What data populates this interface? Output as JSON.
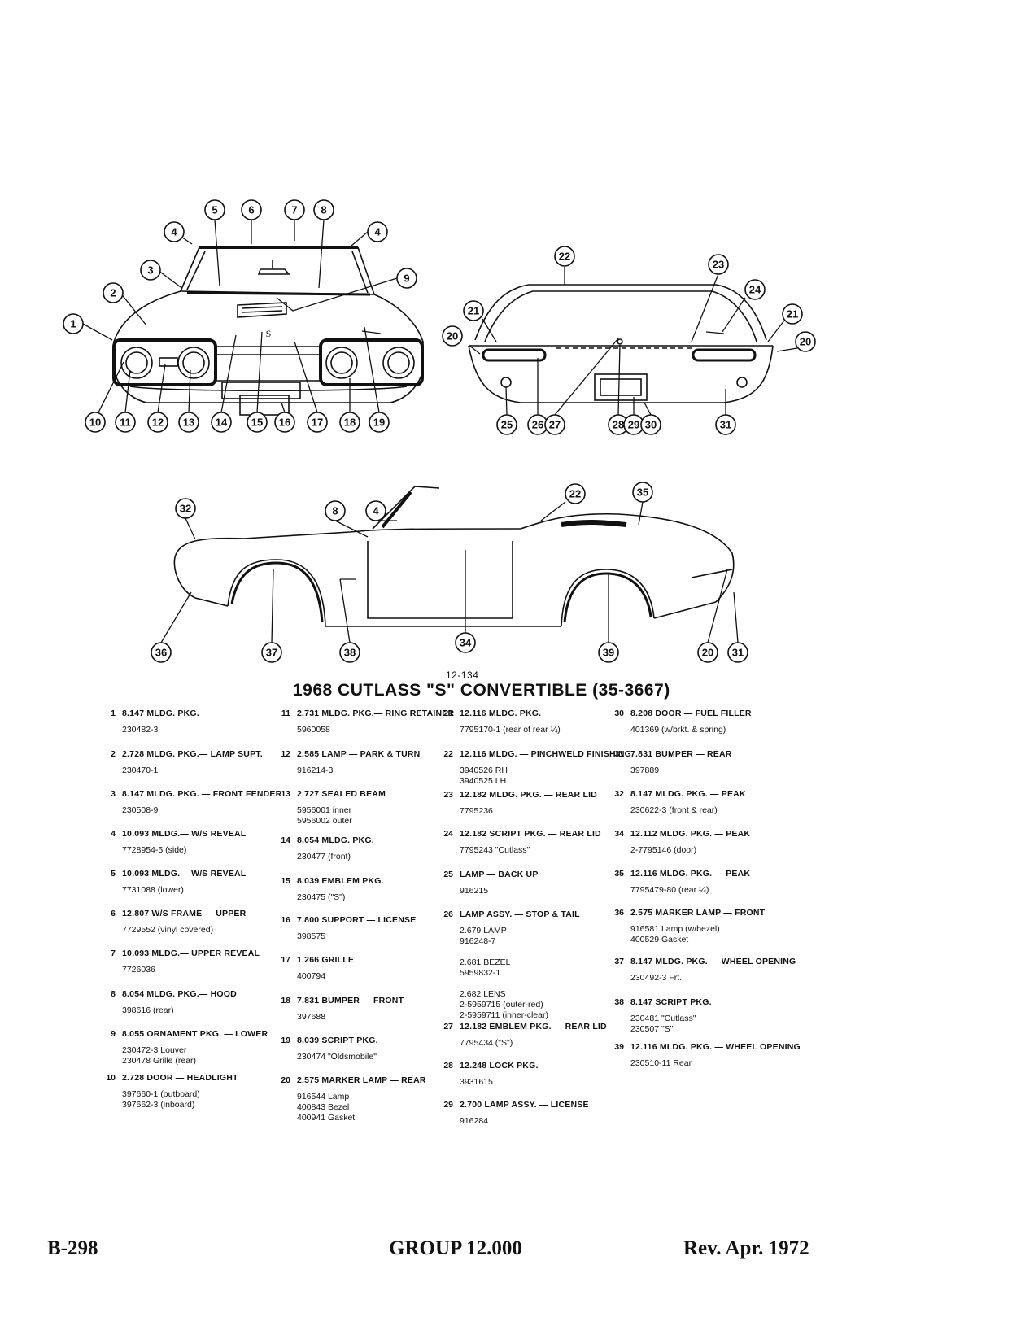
{
  "figure": {
    "number": "12-134",
    "title": "1968 CUTLASS \"S\" CONVERTIBLE (35-3667)"
  },
  "callouts": {
    "front": [
      "1",
      "2",
      "3",
      "4",
      "4",
      "5",
      "6",
      "7",
      "8",
      "9",
      "10",
      "11",
      "12",
      "13",
      "14",
      "15",
      "16",
      "17",
      "18",
      "19"
    ],
    "rear": [
      "20",
      "20",
      "21",
      "21",
      "22",
      "23",
      "24",
      "25",
      "26",
      "27",
      "28",
      "29",
      "30",
      "31"
    ],
    "side": [
      "32",
      "8",
      "4",
      "22",
      "35",
      "36",
      "37",
      "38",
      "34",
      "39",
      "20",
      "31"
    ]
  },
  "parts": {
    "col1": [
      {
        "num": "1",
        "line": "8.147  MLDG. PKG.",
        "sub": "230482-3"
      },
      {
        "num": "2",
        "line": "2.728  MLDG. PKG.— LAMP SUPT.",
        "sub": "230470-1"
      },
      {
        "num": "3",
        "line": "8.147  MLDG. PKG. — FRONT FENDER",
        "sub": "230508-9"
      },
      {
        "num": "4",
        "line": "10.093  MLDG.— W/S REVEAL",
        "sub": "7728954-5  (side)"
      },
      {
        "num": "5",
        "line": "10.093  MLDG.— W/S REVEAL",
        "sub": "7731088  (lower)"
      },
      {
        "num": "6",
        "line": "12.807  W/S FRAME — UPPER",
        "sub": "7729552  (vinyl covered)"
      },
      {
        "num": "7",
        "line": "10.093  MLDG.— UPPER REVEAL",
        "sub": "7726036"
      },
      {
        "num": "8",
        "line": "8.054  MLDG. PKG.— HOOD",
        "sub": "398616  (rear)"
      },
      {
        "num": "9",
        "line": "8.055  ORNAMENT PKG. — LOWER",
        "sub": "230472-3  Louver\n230478    Grille (rear)"
      },
      {
        "num": "10",
        "line": "2.728  DOOR — HEADLIGHT",
        "sub": "397660-1  (outboard)\n397662-3  (inboard)"
      }
    ],
    "col2": [
      {
        "num": "11",
        "line": "2.731  MLDG. PKG.— RING RETAINER",
        "sub": "5960058"
      },
      {
        "num": "12",
        "line": "2.585  LAMP — PARK & TURN",
        "sub": "916214-3"
      },
      {
        "num": "13",
        "line": "2.727  SEALED BEAM",
        "sub": "5956001  inner\n5956002  outer"
      },
      {
        "num": "14",
        "line": "8.054  MLDG. PKG.",
        "sub": "230477  (front)"
      },
      {
        "num": "15",
        "line": "8.039  EMBLEM PKG.",
        "sub": "230475  (\"S\")"
      },
      {
        "num": "16",
        "line": "7.800  SUPPORT — LICENSE",
        "sub": "398575"
      },
      {
        "num": "17",
        "line": "1.266  GRILLE",
        "sub": "400794"
      },
      {
        "num": "18",
        "line": "7.831  BUMPER — FRONT",
        "sub": "397688"
      },
      {
        "num": "19",
        "line": "8.039  SCRIPT PKG.",
        "sub": "230474  \"Oldsmobile\""
      },
      {
        "num": "20",
        "line": "2.575  MARKER LAMP — REAR",
        "sub": "916544  Lamp\n400843  Bezel\n400941  Gasket"
      }
    ],
    "col3": [
      {
        "num": "21",
        "line": "12.116  MLDG. PKG.",
        "sub": "7795170-1  (rear of rear ¼)"
      },
      {
        "num": "22",
        "line": "12.116  MLDG. — PINCHWELD FINISHING",
        "sub": "3940526 RH\n3940525 LH"
      },
      {
        "num": "23",
        "line": "12.182  MLDG. PKG. — REAR LID",
        "sub": "7795236"
      },
      {
        "num": "24",
        "line": "12.182  SCRIPT PKG. — REAR LID",
        "sub": "7795243  \"Cutlass\""
      },
      {
        "num": "25",
        "line": "LAMP — BACK UP",
        "sub": "916215"
      },
      {
        "num": "26",
        "line": "LAMP ASSY. — STOP & TAIL",
        "sub": "2.679  LAMP\n916248-7\n\n2.681  BEZEL\n5959832-1\n\n2.682  LENS\n2-5959715  (outer-red)\n2-5959711  (inner-clear)"
      },
      {
        "num": "27",
        "line": "12.182  EMBLEM PKG. — REAR LID",
        "sub": "7795434  (\"S\")"
      },
      {
        "num": "28",
        "line": "12.248  LOCK PKG.",
        "sub": "3931615"
      },
      {
        "num": "29",
        "line": "2.700  LAMP ASSY. — LICENSE",
        "sub": "916284"
      }
    ],
    "col4": [
      {
        "num": "30",
        "line": "8.208  DOOR — FUEL FILLER",
        "sub": "401369  (w/brkt. & spring)"
      },
      {
        "num": "31",
        "line": "7.831  BUMPER — REAR",
        "sub": "397889"
      },
      {
        "num": "32",
        "line": "8.147  MLDG. PKG. — PEAK",
        "sub": "230622-3  (front & rear)"
      },
      {
        "num": "34",
        "line": "12.112  MLDG. PKG. — PEAK",
        "sub": "2-7795146  (door)"
      },
      {
        "num": "35",
        "line": "12.116  MLDG. PKG. — PEAK",
        "sub": "7795479-80  (rear ¼)"
      },
      {
        "num": "36",
        "line": "2.575  MARKER LAMP — FRONT",
        "sub": "916581  Lamp (w/bezel)\n400529  Gasket"
      },
      {
        "num": "37",
        "line": "8.147  MLDG. PKG. — WHEEL OPENING",
        "sub": "230492-3  Frt."
      },
      {
        "num": "38",
        "line": "8.147  SCRIPT PKG.",
        "sub": "230481  \"Cutlass\"\n230507  \"S\""
      },
      {
        "num": "39",
        "line": "12.116  MLDG. PKG. — WHEEL OPENING",
        "sub": "230510-11  Rear"
      }
    ]
  },
  "footer": {
    "left": "B-298",
    "center": "GROUP 12.000",
    "right": "Rev. Apr. 1972"
  }
}
